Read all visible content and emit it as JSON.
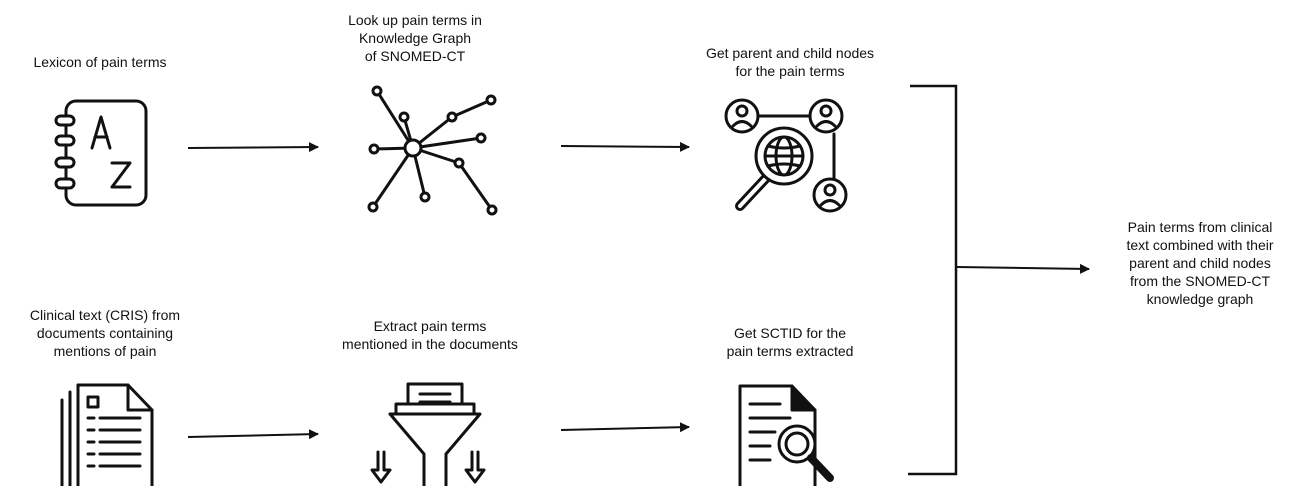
{
  "colors": {
    "ink": "#111111",
    "background": "#ffffff"
  },
  "steps": {
    "lexicon": {
      "label": "Lexicon of pain terms",
      "icon": "address-book-az-icon"
    },
    "lookup": {
      "label": "Look up pain terms in\nKnowledge Graph\nof SNOMED-CT",
      "icon": "knowledge-graph-network-icon"
    },
    "parent_child": {
      "label": "Get parent and child nodes\nfor the pain terms",
      "icon": "globe-search-users-icon"
    },
    "clinical_text": {
      "label": "Clinical text (CRIS) from\ndocuments containing\nmentions of pain",
      "icon": "documents-stack-icon"
    },
    "extract": {
      "label": "Extract pain terms\nmentioned in the documents",
      "icon": "filter-funnel-icon"
    },
    "sctid": {
      "label": "Get SCTID for the\npain terms extracted",
      "icon": "document-search-icon"
    },
    "output": {
      "label": "Pain terms from clinical\ntext combined with their\nparent and child nodes\nfrom the SNOMED-CT\nknowledge graph"
    }
  }
}
